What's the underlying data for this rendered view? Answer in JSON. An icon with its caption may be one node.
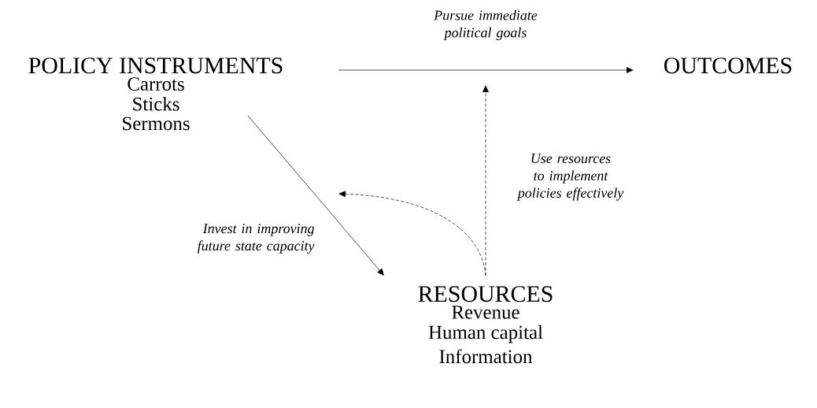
{
  "diagram": {
    "nodes": [
      {
        "text": [
          "POLICY INSTRUMENTS",
          "Carrots",
          "Sticks",
          "Sermons"
        ]
      },
      {
        "text": [
          "OUTCOMES"
        ]
      },
      {
        "text": [
          "RESOURCES",
          "Revenue",
          "Human capital",
          "Information"
        ]
      }
    ],
    "edges": [
      {
        "from": 0,
        "to": 1,
        "arrow": "to",
        "label": "Pursue immediate political goals"
      },
      {
        "from": 0,
        "to": 2,
        "arrow": "to",
        "label": "Invest in improving future state capacity"
      },
      {
        "from": 2,
        "to": null,
        "arrow": "to",
        "style": "dashed",
        "label": "Use resources to implement policies effectively"
      },
      {
        "from": 2,
        "to": null,
        "arrow": "to",
        "style": "dashed"
      }
    ]
  }
}
